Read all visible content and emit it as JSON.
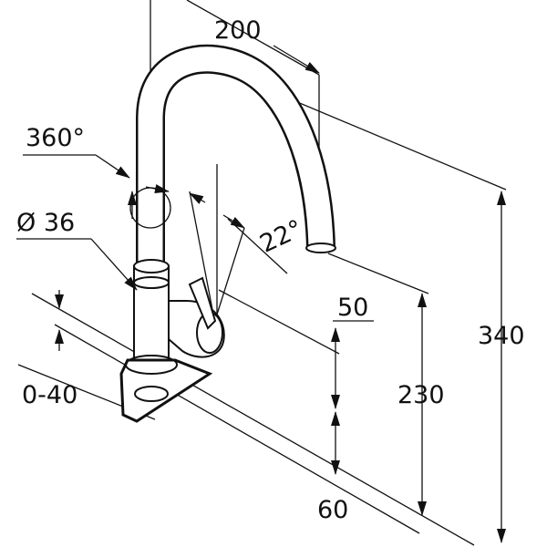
{
  "drawing": {
    "labels": {
      "spout_reach": "200",
      "rotation": "360°",
      "diameter": "Ø 36",
      "handle_angle": "22°",
      "spout_clearance_offset": "50",
      "total_height": "340",
      "spout_height": "230",
      "deck_thickness": "0-40",
      "base_height": "60"
    }
  }
}
